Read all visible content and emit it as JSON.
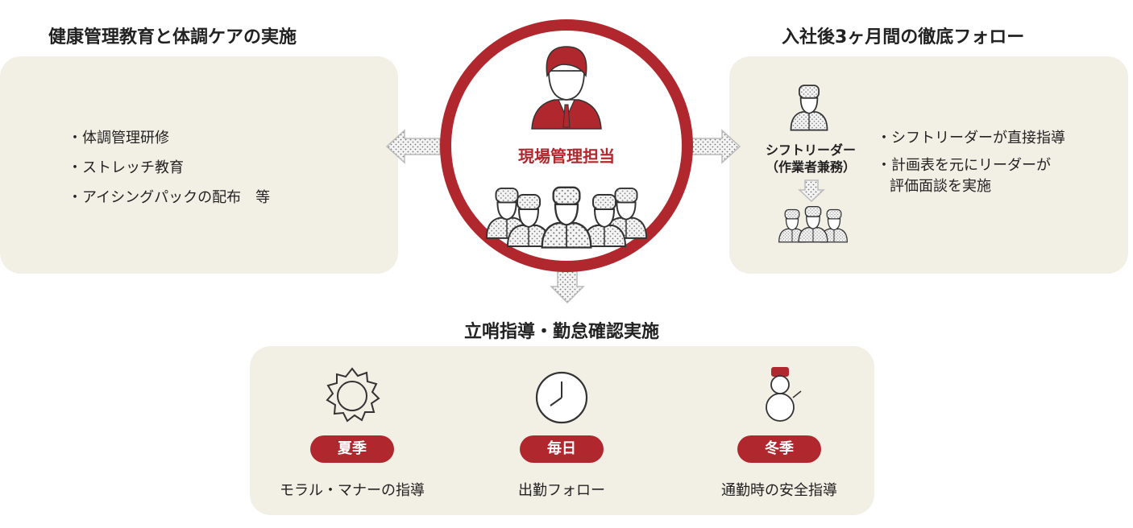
{
  "left": {
    "title": "健康管理教育と体調ケアの実施",
    "items": [
      "・体調管理研修",
      "・ストレッチ教育",
      "・アイシングパックの配布　等"
    ]
  },
  "center": {
    "label": "現場管理担当"
  },
  "right": {
    "title": "入社後3ヶ月間の徹底フォロー",
    "leader_label": "シフトリーダー",
    "leader_sub": "（作業者兼務）",
    "items": [
      "・シフトリーダーが直接指導",
      "・計画表を元にリーダーが",
      "評価面談を実施"
    ]
  },
  "bottom": {
    "title": "立哨指導・勤怠確認実施",
    "columns": [
      {
        "icon": "sun-icon",
        "badge": "夏季",
        "caption": "モラル・マナーの指導"
      },
      {
        "icon": "clock-icon",
        "badge": "毎日",
        "caption": "出勤フォロー"
      },
      {
        "icon": "snowman-icon",
        "badge": "冬季",
        "caption": "通勤時の安全指導"
      }
    ]
  },
  "colors": {
    "accent": "#b0282e",
    "panel": "#f2efe5"
  }
}
